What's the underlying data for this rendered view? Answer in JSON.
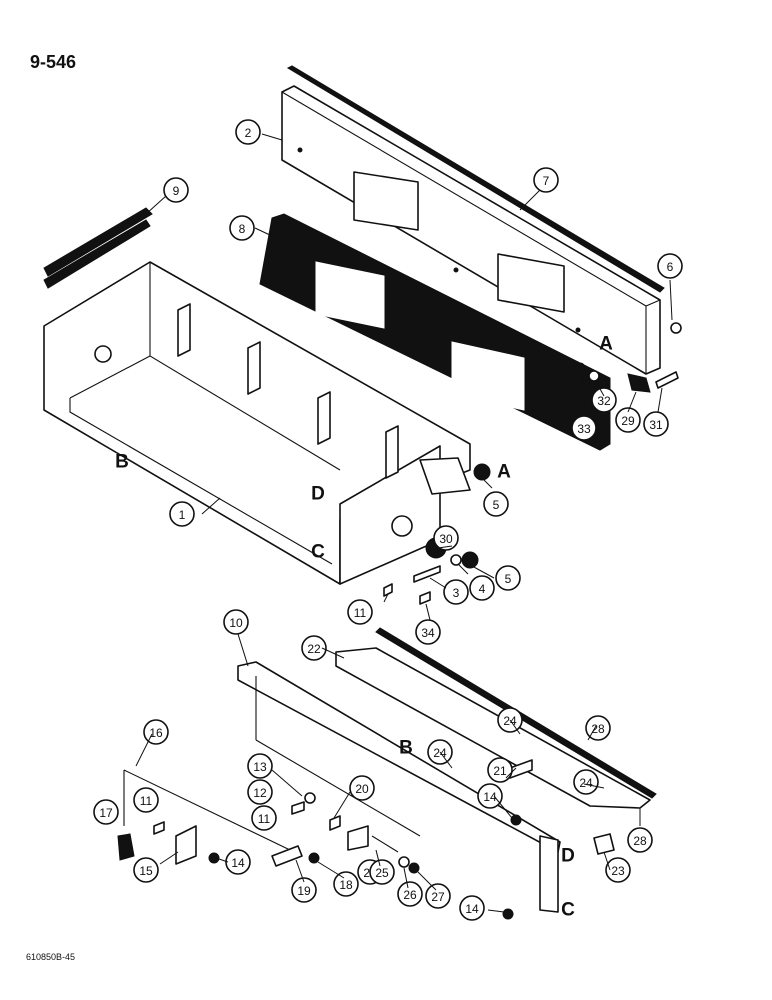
{
  "page_number": "9-546",
  "figure_code": "610850B-45",
  "colors": {
    "ink": "#111111",
    "paper": "#ffffff"
  },
  "reference_letters": [
    {
      "id": "A-upper",
      "text": "A"
    },
    {
      "id": "A-lower",
      "text": "A"
    },
    {
      "id": "B-upper",
      "text": "B"
    },
    {
      "id": "B-lower",
      "text": "B"
    },
    {
      "id": "C-upper",
      "text": "C"
    },
    {
      "id": "C-lower",
      "text": "C"
    },
    {
      "id": "D-upper",
      "text": "D"
    },
    {
      "id": "D-lower",
      "text": "D"
    }
  ],
  "callouts": [
    {
      "id": "c1",
      "text": "1"
    },
    {
      "id": "c2",
      "text": "2"
    },
    {
      "id": "c3",
      "text": "3"
    },
    {
      "id": "c4",
      "text": "4"
    },
    {
      "id": "c5a",
      "text": "5"
    },
    {
      "id": "c5b",
      "text": "5"
    },
    {
      "id": "c6",
      "text": "6"
    },
    {
      "id": "c7",
      "text": "7"
    },
    {
      "id": "c8",
      "text": "8"
    },
    {
      "id": "c9",
      "text": "9"
    },
    {
      "id": "c10",
      "text": "10"
    },
    {
      "id": "c11a",
      "text": "11"
    },
    {
      "id": "c11b",
      "text": "11"
    },
    {
      "id": "c11c",
      "text": "11"
    },
    {
      "id": "c12",
      "text": "12"
    },
    {
      "id": "c13",
      "text": "13"
    },
    {
      "id": "c14a",
      "text": "14"
    },
    {
      "id": "c14b",
      "text": "14"
    },
    {
      "id": "c14c",
      "text": "14"
    },
    {
      "id": "c15",
      "text": "15"
    },
    {
      "id": "c16",
      "text": "16"
    },
    {
      "id": "c17",
      "text": "17"
    },
    {
      "id": "c18",
      "text": "18"
    },
    {
      "id": "c19",
      "text": "19"
    },
    {
      "id": "c20",
      "text": "20"
    },
    {
      "id": "c21a",
      "text": "21"
    },
    {
      "id": "c21b",
      "text": "21"
    },
    {
      "id": "c22",
      "text": "22"
    },
    {
      "id": "c23",
      "text": "23"
    },
    {
      "id": "c24a",
      "text": "24"
    },
    {
      "id": "c24b",
      "text": "24"
    },
    {
      "id": "c24c",
      "text": "24"
    },
    {
      "id": "c25",
      "text": "25"
    },
    {
      "id": "c26",
      "text": "26"
    },
    {
      "id": "c27",
      "text": "27"
    },
    {
      "id": "c28a",
      "text": "28"
    },
    {
      "id": "c28b",
      "text": "28"
    },
    {
      "id": "c29",
      "text": "29"
    },
    {
      "id": "c30",
      "text": "30"
    },
    {
      "id": "c31",
      "text": "31"
    },
    {
      "id": "c32",
      "text": "32"
    },
    {
      "id": "c33",
      "text": "33"
    },
    {
      "id": "c34",
      "text": "34"
    }
  ]
}
